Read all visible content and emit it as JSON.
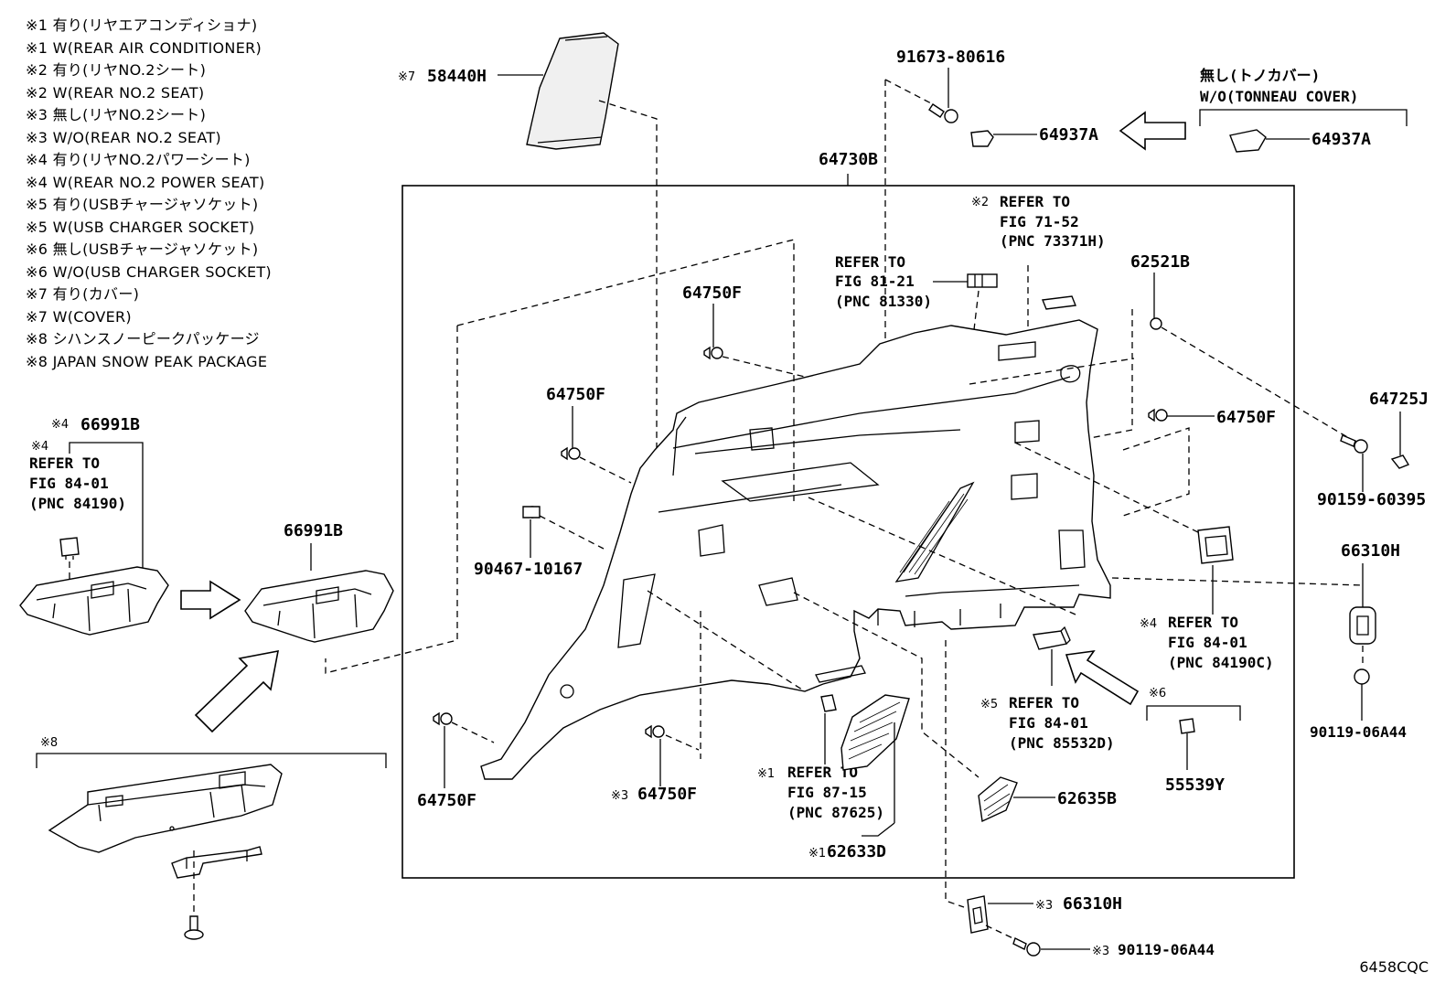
{
  "legend": [
    "※1 有り(リヤエアコンディショナ)",
    "※1 W(REAR AIR CONDITIONER)",
    "※2 有り(リヤNO.2シート)",
    "※2 W(REAR NO.2 SEAT)",
    "※3 無し(リヤNO.2シート)",
    "※3 W/O(REAR NO.2 SEAT)",
    "※4 有り(リヤNO.2パワーシート)",
    "※4 W(REAR NO.2 POWER SEAT)",
    "※5 有り(USBチャージャソケット)",
    "※5 W(USB CHARGER SOCKET)",
    "※6 無し(USBチャージャソケット)",
    "※6 W/O(USB CHARGER SOCKET)",
    "※7 有り(カバー)",
    "※7 W(COVER)",
    "※8 シハンスノーピークパッケージ",
    "※8 JAPAN SNOW PEAK PACKAGE"
  ],
  "marks": {
    "m1": "※1",
    "m2": "※2",
    "m3": "※3",
    "m4": "※4",
    "m5": "※5",
    "m6": "※6",
    "m7": "※7",
    "m8": "※8"
  },
  "parts": {
    "p58440H": "58440H",
    "p64730B": "64730B",
    "p91673_80616": "91673-80616",
    "p64937A": "64937A",
    "p62521B": "62521B",
    "p64725J": "64725J",
    "p64750F": "64750F",
    "p90159_60395": "90159-60395",
    "p66310H": "66310H",
    "p90119_06A44": "90119-06A44",
    "p66991B": "66991B",
    "p90467_10167": "90467-10167",
    "p62635B": "62635B",
    "p55539Y": "55539Y",
    "p62633D": "62633D"
  },
  "tonneau": {
    "line1": "無し(トノカバー)",
    "line2": "W/O(TONNEAU COVER)"
  },
  "refs": {
    "refer_to": "REFER TO",
    "fig_81_21": "FIG 81-21",
    "pnc_81330": "(PNC 81330)",
    "fig_71_52": "FIG 71-52",
    "pnc_73371H": "(PNC 73371H)",
    "fig_84_01": "FIG 84-01",
    "pnc_84190": "(PNC 84190)",
    "pnc_84190C": "(PNC 84190C)",
    "pnc_85532D": "(PNC 85532D)",
    "fig_87_15": "FIG 87-15",
    "pnc_87625": "(PNC 87625)"
  },
  "diagram_code": "6458CQC"
}
